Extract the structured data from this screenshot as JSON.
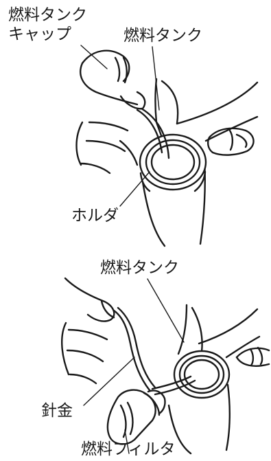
{
  "labels": {
    "fuel_tank_cap": [
      "燃料タンク",
      "キャップ"
    ],
    "fuel_tank_top": "燃料タンク",
    "holder": "ホルダ",
    "fuel_tank_bottom": "燃料タンク",
    "wire": "針金",
    "fuel_filter": "燃料フィルタ"
  },
  "colors": {
    "line": "#1a1a1a",
    "background": "#ffffff"
  }
}
